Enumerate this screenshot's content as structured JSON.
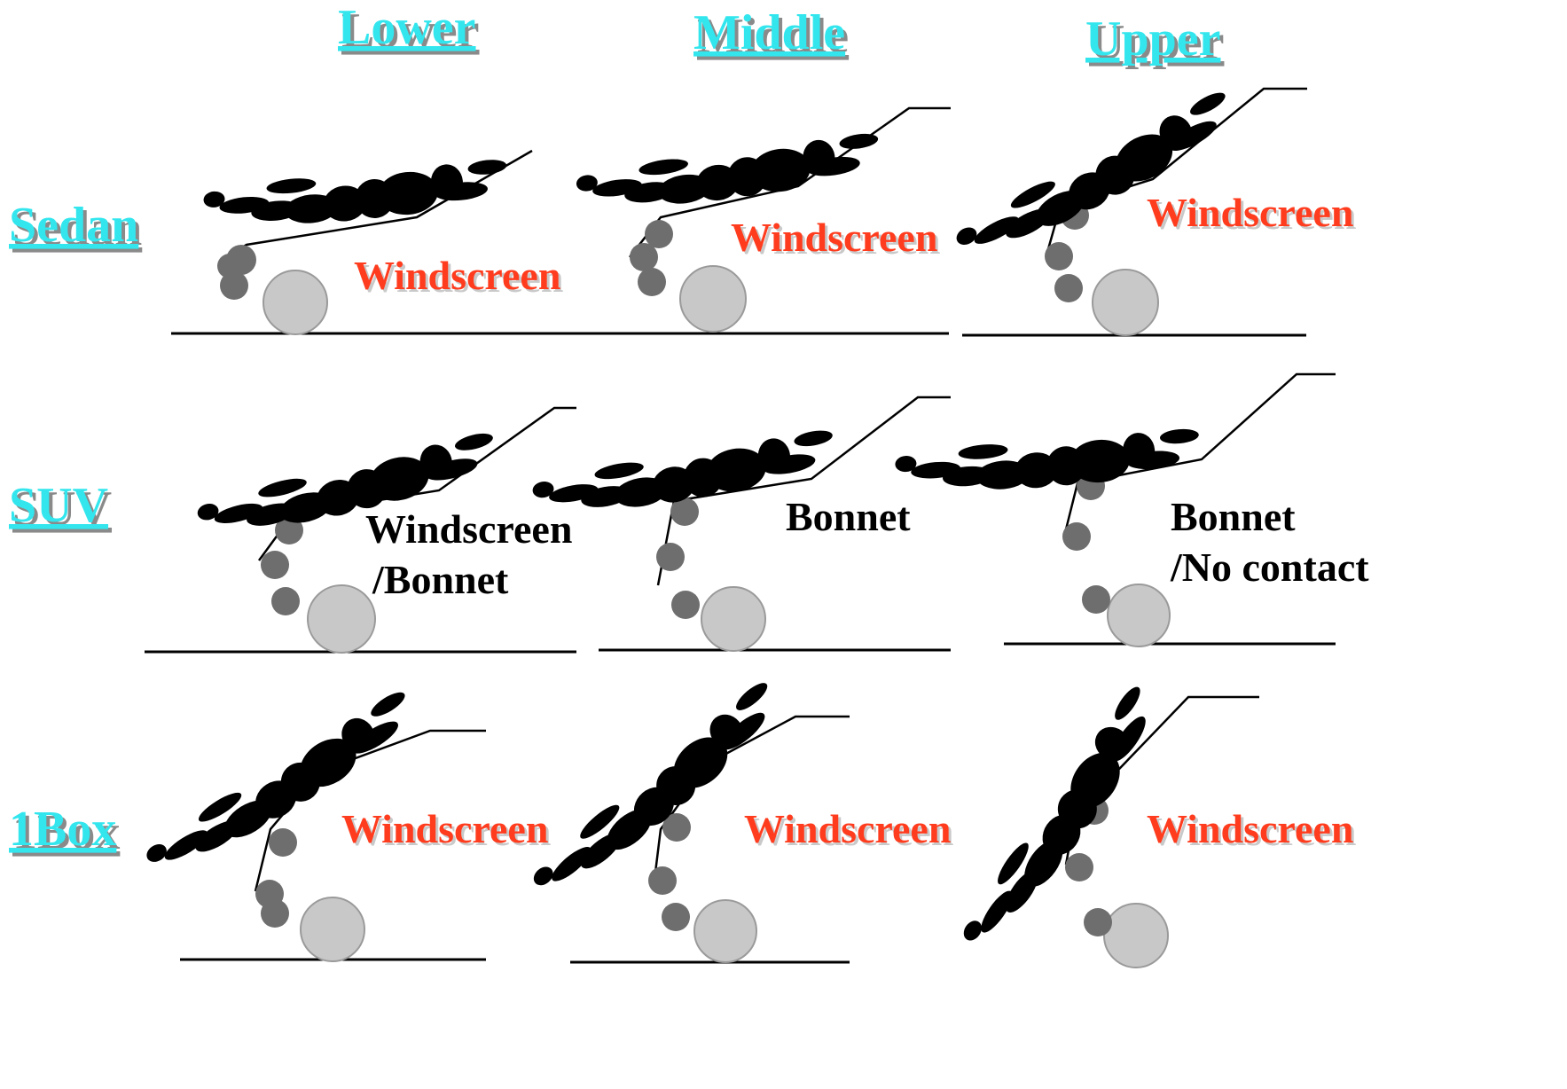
{
  "columns": [
    "Lower",
    "Middle",
    "Upper"
  ],
  "rows": [
    "Sedan",
    "SUV",
    "1Box"
  ],
  "panels": {
    "sedan": {
      "lower": [
        "Windscreen"
      ],
      "middle": [
        "Windscreen"
      ],
      "upper": [
        "Windscreen"
      ]
    },
    "suv": {
      "lower": [
        "Windscreen",
        "/Bonnet"
      ],
      "middle": [
        "Bonnet"
      ],
      "upper": [
        "Bonnet",
        "/No contact"
      ]
    },
    "onebox": {
      "lower": [
        "Windscreen"
      ],
      "middle": [
        "Windscreen"
      ],
      "upper": [
        "Windscreen"
      ]
    }
  },
  "colors": {
    "header": "#33e6ee",
    "windscreen_label": "#ff3c1e",
    "other_label": "#000000",
    "dummy": "#f08a10",
    "wheel": "#c8c8c8"
  }
}
